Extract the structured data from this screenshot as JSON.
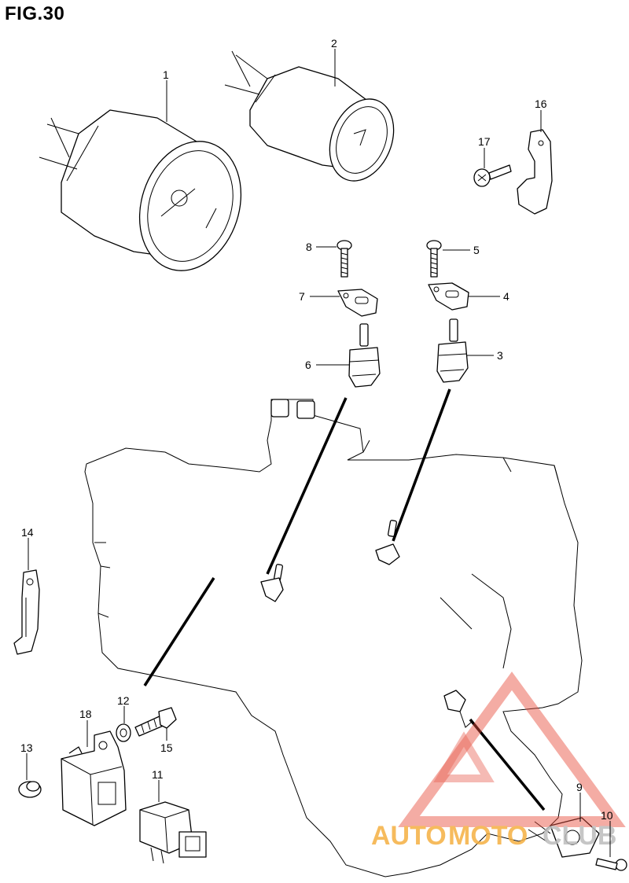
{
  "figure": {
    "title": "FIG.30"
  },
  "callouts": [
    "1",
    "2",
    "3",
    "4",
    "5",
    "6",
    "7",
    "8",
    "9",
    "10",
    "11",
    "12",
    "13",
    "14",
    "15",
    "16",
    "17",
    "18"
  ],
  "watermark": {
    "text_a": "AUTO",
    "text_b": "MOTO",
    "text_c": "CLUB",
    "colors": {
      "orange": "#f5b041",
      "gray": "#bdbdbd",
      "red": "#e74c3c"
    }
  }
}
